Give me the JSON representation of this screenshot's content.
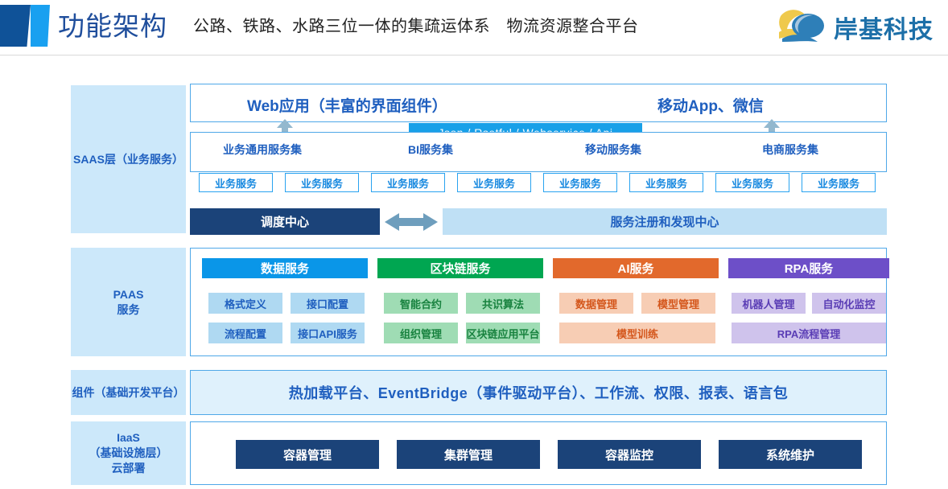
{
  "header": {
    "title": "功能架构",
    "subtitle": "公路、铁路、水路三位一体的集疏运体系　物流资源整合平台",
    "brand_name": "岸基科技",
    "accent_dark": "#0f5298",
    "accent_light": "#19A0F0"
  },
  "layers": {
    "saas": {
      "sidebar_label": "SAAS层（业务服务）",
      "apps": [
        {
          "label": "Web应用（丰富的界面组件）"
        },
        {
          "label": "移动App、微信"
        }
      ],
      "protocol_bar": "Json / Rsetful / Webservice / Api",
      "service_groups": [
        {
          "label": "业务通用服务集"
        },
        {
          "label": "BI服务集"
        },
        {
          "label": "移动服务集"
        },
        {
          "label": "电商服务集"
        }
      ],
      "service_boxes": [
        "业务服务",
        "业务服务",
        "业务服务",
        "业务服务",
        "业务服务",
        "业务服务",
        "业务服务",
        "业务服务"
      ],
      "scheduling_center": "调度中心",
      "registry_center": "服务注册和发现中心"
    },
    "paas": {
      "sidebar_label": "PAAS\n服务",
      "sidebar_line1": "PAAS",
      "sidebar_line2": "服务",
      "columns": [
        {
          "name": "数据服务",
          "header_color": "#0A96E8",
          "item_bg": "#AFD9F2",
          "item_text": "#1F5FBF",
          "items": [
            {
              "label": "格式定义",
              "row": 1,
              "span": 1
            },
            {
              "label": "接口配置",
              "row": 1,
              "span": 1
            },
            {
              "label": "流程配置",
              "row": 2,
              "span": 1
            },
            {
              "label": "接口API服务",
              "row": 2,
              "span": 1
            }
          ]
        },
        {
          "name": "区块链服务",
          "header_color": "#00A651",
          "item_bg": "#9FDCB4",
          "item_text": "#18823F",
          "items": [
            {
              "label": "智能合约",
              "row": 1,
              "span": 1
            },
            {
              "label": "共识算法",
              "row": 1,
              "span": 1
            },
            {
              "label": "组织管理",
              "row": 2,
              "span": 1
            },
            {
              "label": "区块链应用平台",
              "row": 2,
              "span": 1
            }
          ]
        },
        {
          "name": "AI服务",
          "header_color": "#E2692C",
          "item_bg": "#F7CDB4",
          "item_text": "#D4561B",
          "items": [
            {
              "label": "数据管理",
              "row": 1,
              "span": 1
            },
            {
              "label": "模型管理",
              "row": 1,
              "span": 1
            },
            {
              "label": "模型训练",
              "row": 2,
              "span": 2
            }
          ]
        },
        {
          "name": "RPA服务",
          "header_color": "#6D4FC8",
          "item_bg": "#CFC3EC",
          "item_text": "#5A3DB5",
          "items": [
            {
              "label": "机器人管理",
              "row": 1,
              "span": 1
            },
            {
              "label": "自动化监控",
              "row": 1,
              "span": 1
            },
            {
              "label": "RPA流程管理",
              "row": 2,
              "span": 2
            }
          ]
        }
      ]
    },
    "component": {
      "sidebar_label": "组件（基础开发平台）",
      "content": "热加载平台、EventBridge（事件驱动平台）、工作流、权限、报表、语言包"
    },
    "iaas": {
      "sidebar_label": "IaaS\n（基础设施层）\n云部署",
      "sidebar_line1": "IaaS",
      "sidebar_line2": "（基础设施层）",
      "sidebar_line3": "云部署",
      "items": [
        "容器管理",
        "集群管理",
        "容器监控",
        "系统维护"
      ]
    }
  }
}
